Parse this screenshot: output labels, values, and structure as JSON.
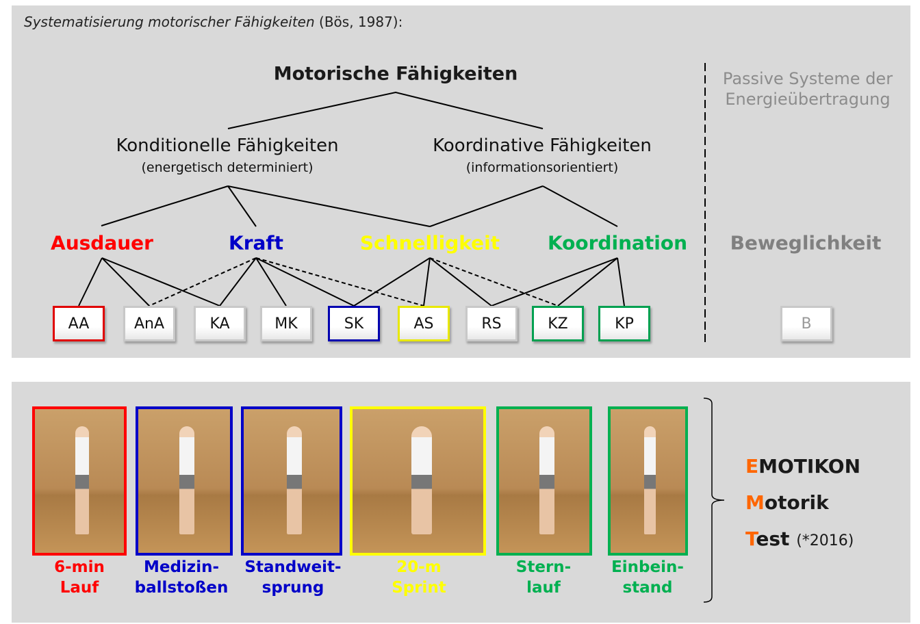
{
  "header": {
    "title_italic": "Systematisierung motorischer Fähigkeiten",
    "title_rest": " (Bös, 1987):"
  },
  "tree": {
    "root": "Motorische Fähigkeiten",
    "left": {
      "title": "Konditionelle Fähigkeiten",
      "subtitle": "(energetisch determiniert)"
    },
    "right": {
      "title": "Koordinative Fähigkeiten",
      "subtitle": "(informationsorientiert)"
    },
    "passive": {
      "line1": "Passive Systeme der",
      "line2": "Energieübertragung"
    },
    "categories": [
      {
        "label": "Ausdauer",
        "color": "#ff0000"
      },
      {
        "label": "Kraft",
        "color": "#0000c8"
      },
      {
        "label": "Schnelligkeit",
        "color": "#ffff00"
      },
      {
        "label": "Koordination",
        "color": "#00b050"
      },
      {
        "label": "Beweglichkeit",
        "color": "#808080"
      }
    ],
    "boxes": [
      {
        "label": "AA",
        "border": "#e00000"
      },
      {
        "label": "AnA",
        "border": "#c8c8c8"
      },
      {
        "label": "KA",
        "border": "#c8c8c8"
      },
      {
        "label": "MK",
        "border": "#c8c8c8"
      },
      {
        "label": "SK",
        "border": "#0000b0"
      },
      {
        "label": "AS",
        "border": "#e8e800"
      },
      {
        "label": "RS",
        "border": "#c8c8c8"
      },
      {
        "label": "KZ",
        "border": "#00a050"
      },
      {
        "label": "KP",
        "border": "#00a050"
      },
      {
        "label": "B",
        "border": "#c8c8c8"
      }
    ]
  },
  "tests": [
    {
      "line1": "6-min",
      "line2": "Lauf",
      "color": "#ff0000"
    },
    {
      "line1": "Medizin-",
      "line2": "ballstoßen",
      "color": "#0000c8"
    },
    {
      "line1": "Standweit-",
      "line2": "sprung",
      "color": "#0000c8"
    },
    {
      "line1": "20-m",
      "line2": "Sprint",
      "color": "#ffff00"
    },
    {
      "line1": "Stern-",
      "line2": "lauf",
      "color": "#00b050"
    },
    {
      "line1": "Einbein-",
      "line2": "stand",
      "color": "#00b050"
    }
  ],
  "emotikon": {
    "e1": "E",
    "e2": "MOTIKON",
    "m1": "M",
    "m2": "otorik",
    "t1": "T",
    "t2": "est",
    "year": "(*2016)"
  }
}
